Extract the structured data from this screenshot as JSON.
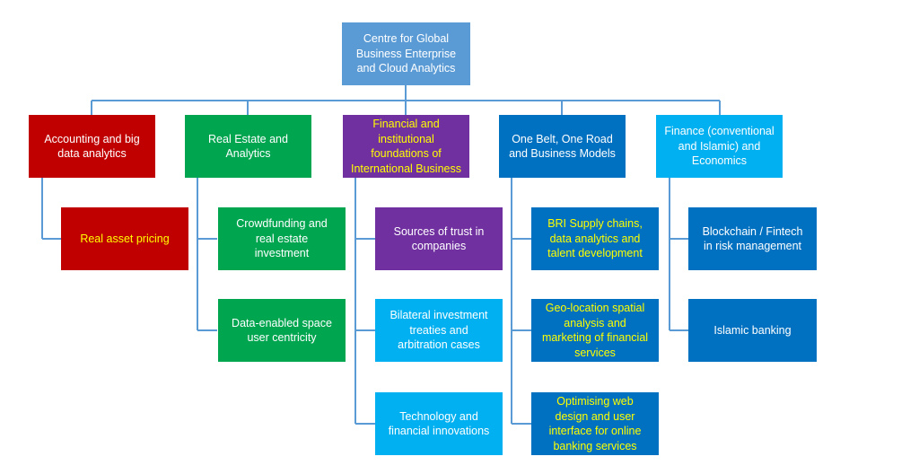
{
  "colors": {
    "line": "#5b9bd5",
    "root": "#5b9bd5",
    "red": "#c00000",
    "green": "#00a550",
    "purple": "#7030a0",
    "dark_blue": "#0070c0",
    "light_blue": "#00b0f0"
  },
  "root": {
    "label": "Centre for Global\nBusiness Enterprise\nand Cloud Analytics"
  },
  "branches": [
    {
      "label": "Accounting and big\ndata analytics",
      "children": [
        "Real asset pricing"
      ]
    },
    {
      "label": "Real Estate and\nAnalytics",
      "children": [
        "Crowdfunding and\nreal estate\ninvestment",
        "Data-enabled space\nuser centricity"
      ]
    },
    {
      "label": "Financial and\ninstitutional\nfoundations of\nInternational Business",
      "children": [
        "Sources of trust in\ncompanies",
        "Bilateral investment\ntreaties and\narbitration cases",
        "Technology and\nfinancial innovations"
      ]
    },
    {
      "label": "One Belt, One Road\nand Business Models",
      "children": [
        "BRI Supply chains,\ndata analytics and\ntalent development",
        "Geo-location spatial\nanalysis and\nmarketing of financial\nservices",
        "Optimising web\ndesign and user\ninterface for online\nbanking services"
      ]
    },
    {
      "label": "Finance (conventional\nand Islamic) and\nEconomics",
      "children": [
        "Blockchain / Fintech\nin risk management",
        "Islamic banking"
      ]
    }
  ]
}
